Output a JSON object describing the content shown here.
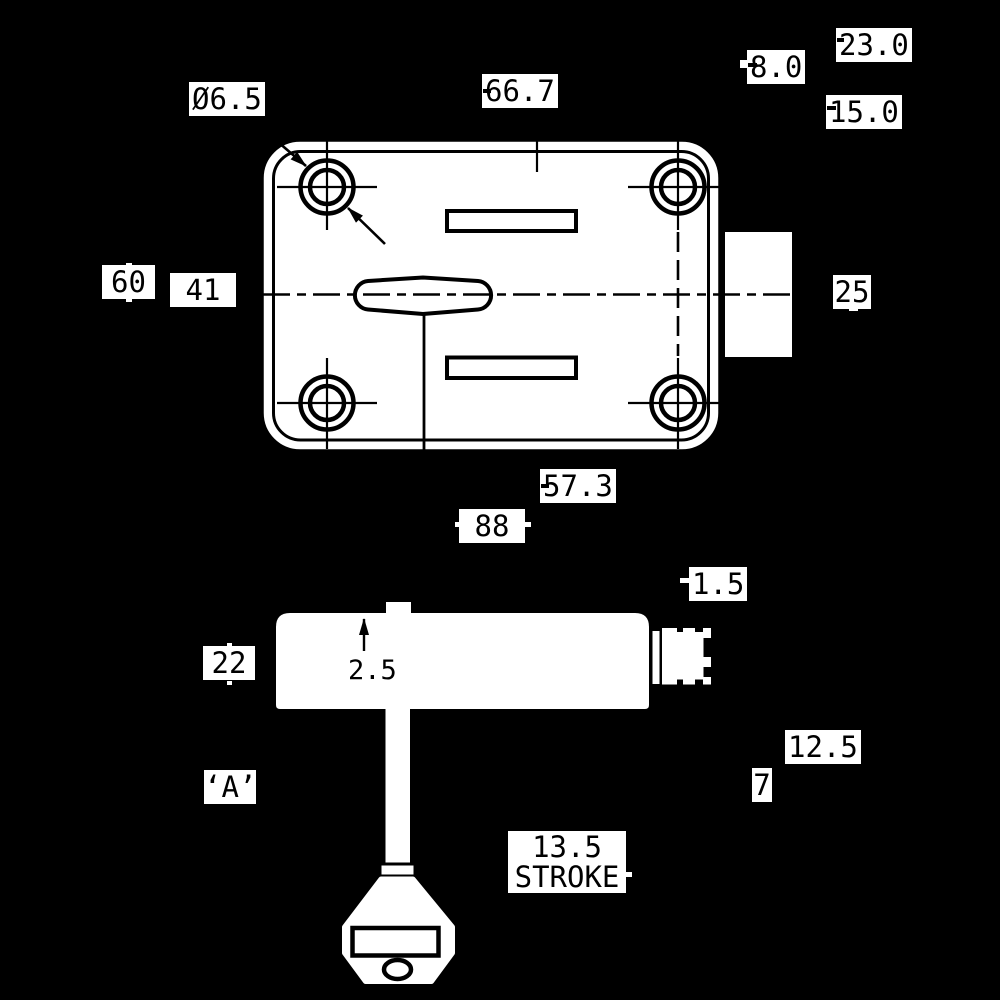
{
  "colors": {
    "background": "#000000",
    "line": "#000000",
    "shape_fill": "#ffffff",
    "label_bg": "#ffffff",
    "label_text": "#000000"
  },
  "labels": {
    "hole_diameter": "Ø6.5",
    "dim_66_7": "66.7",
    "dim_23_0": "23.0",
    "dim_8_0": "8.0",
    "dim_15_0": "15.0",
    "dim_60": "60",
    "dim_41": "41",
    "dim_25": "25",
    "dim_57_3": "57.3",
    "dim_88": "88",
    "dim_1_5": "1.5",
    "dim_22": "22",
    "dim_2_5": "2.5",
    "dim_12_5": "12.5",
    "dim_7": "7",
    "detail_a": "‘A’",
    "stroke_value": "13.5",
    "stroke_word": "STROKE"
  }
}
